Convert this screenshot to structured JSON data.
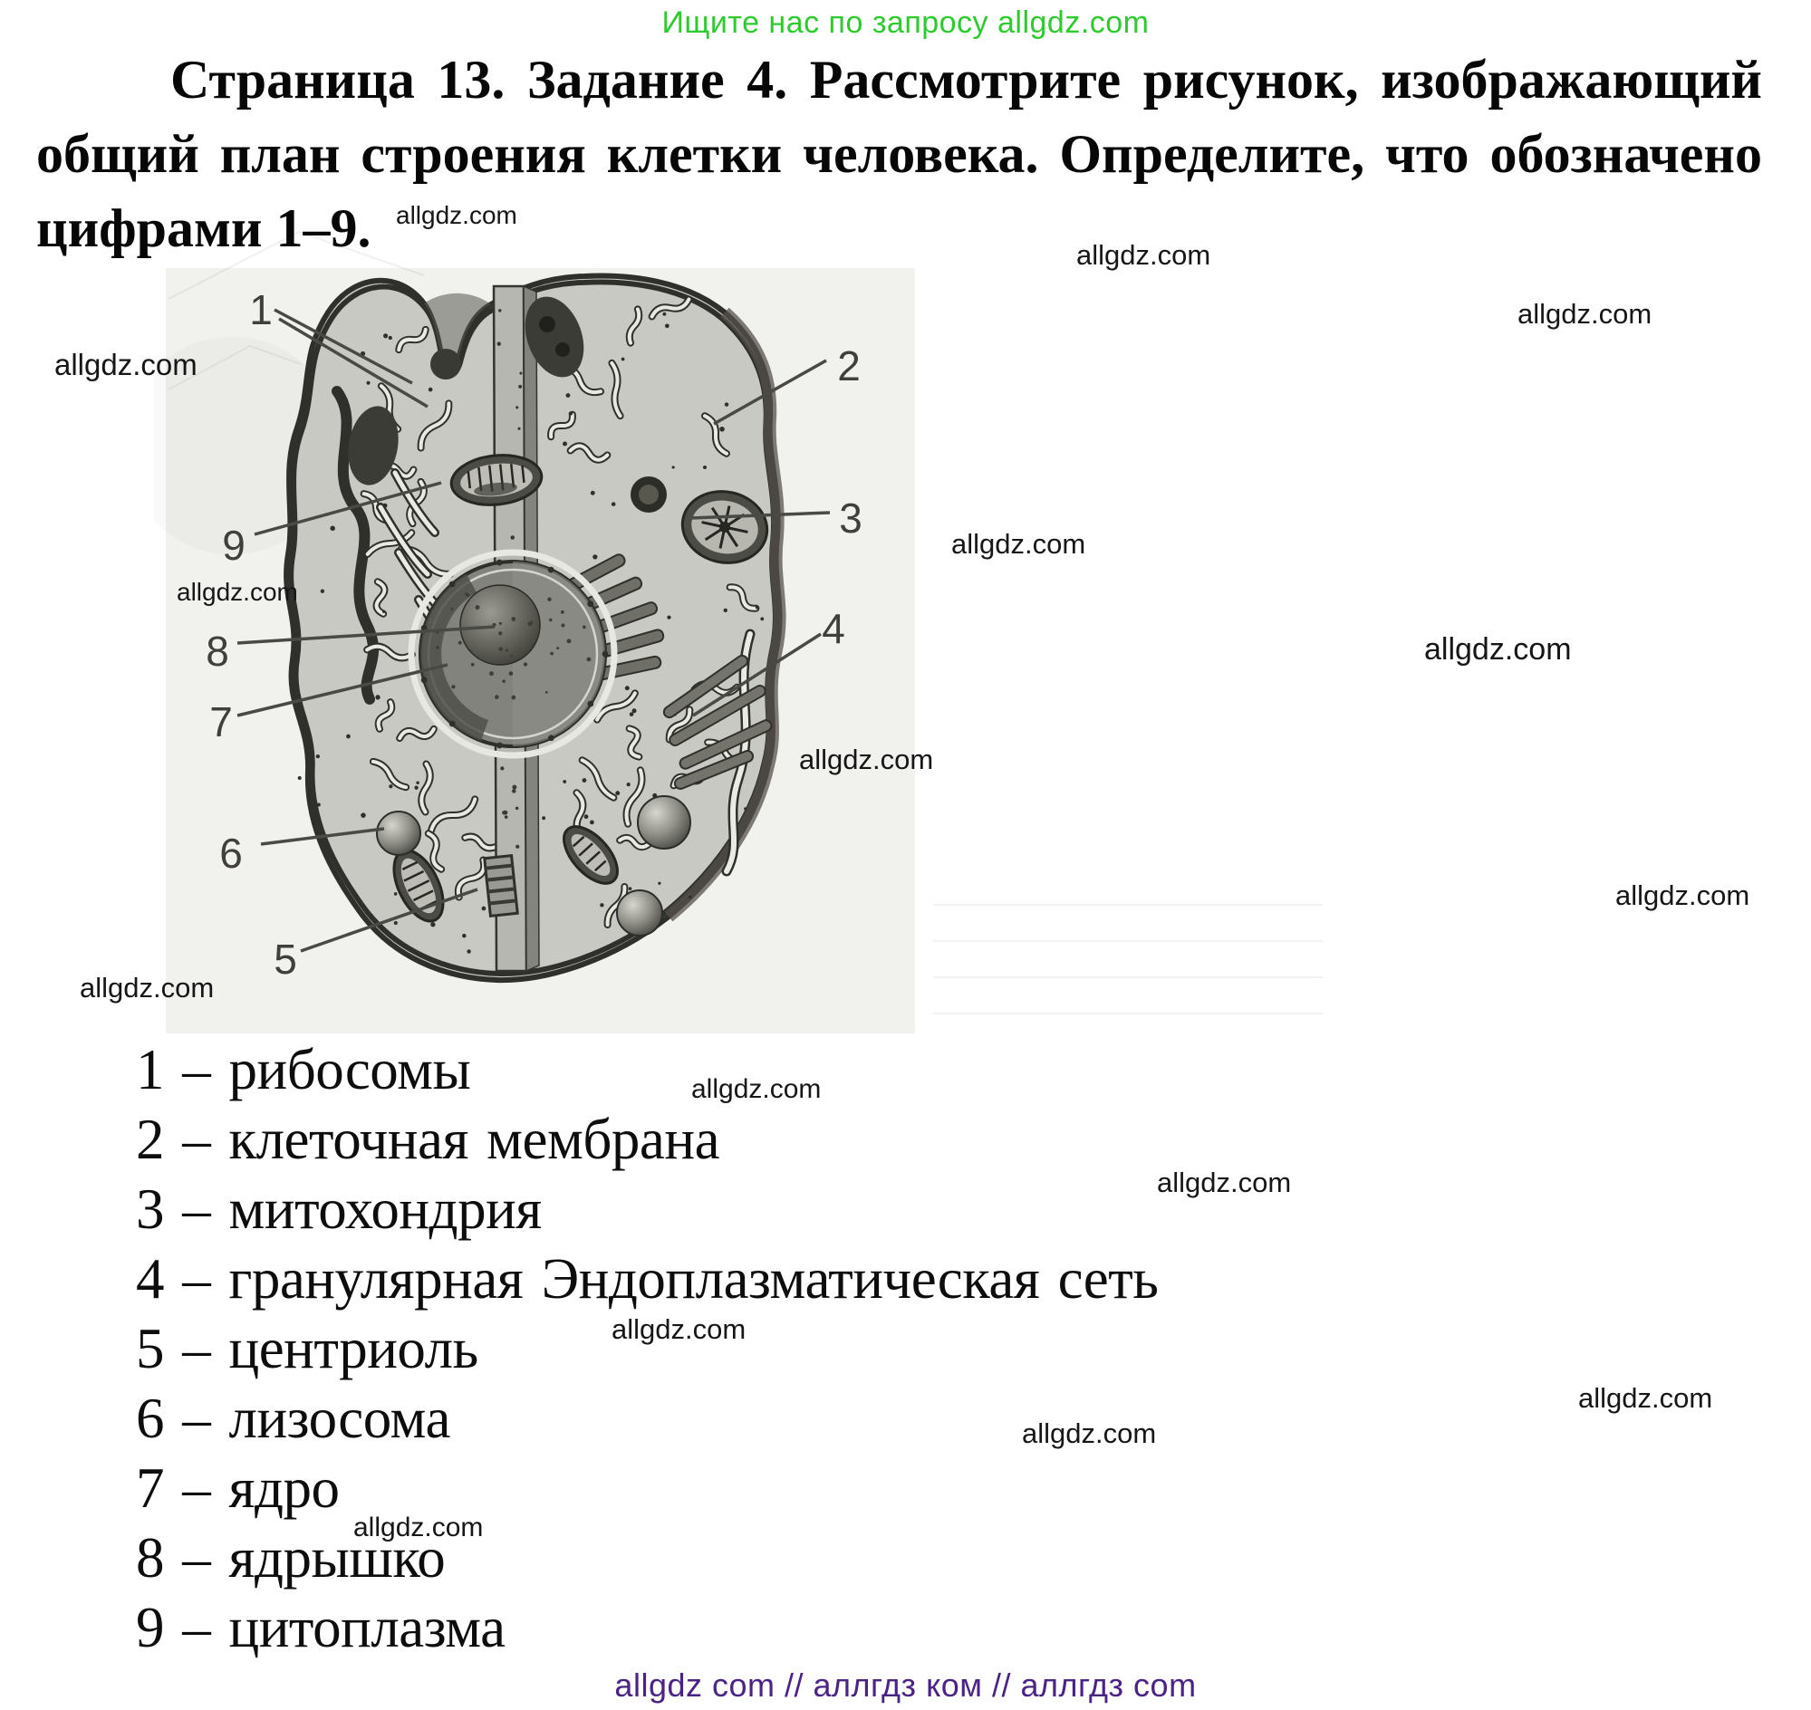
{
  "promo_banner": {
    "text": "Ищите нас по запросу allgdz.com",
    "color": "#2ecb2e"
  },
  "task": {
    "page_label": "Страница 13",
    "task_label": "Задание 4",
    "title_lines": [
      "Страница 13. Задание 4. Рассмотрите рисунок, изображающий",
      "общий план строения клетки человека. Определите, что обозначено",
      "цифрами 1–9."
    ],
    "full_title": "Страница 13. Задание 4. Рассмотрите рисунок, изображающий общий план строения клетки человека. Определите, что обозначено цифрами 1–9."
  },
  "watermark_text": "allgdz.com",
  "diagram": {
    "subject": "общий план строения клетки человека",
    "labels": [
      "1",
      "2",
      "3",
      "4",
      "5",
      "6",
      "7",
      "8",
      "9"
    ]
  },
  "answer_separator": "–",
  "answers": [
    {
      "num": "1",
      "name": "рибосомы"
    },
    {
      "num": "2",
      "name": "клеточная мембрана"
    },
    {
      "num": "3",
      "name": "митохондрия"
    },
    {
      "num": "4",
      "name": "гранулярная Эндоплазматическая сеть"
    },
    {
      "num": "5",
      "name": "центриоль"
    },
    {
      "num": "6",
      "name": "лизосома"
    },
    {
      "num": "7",
      "name": "ядро"
    },
    {
      "num": "8",
      "name": "ядрышко"
    },
    {
      "num": "9",
      "name": "цитоплазма"
    }
  ],
  "footer": {
    "text": "allgdz com  //  аллгдз ком  //  аллгдз com",
    "color": "#4b2385"
  }
}
